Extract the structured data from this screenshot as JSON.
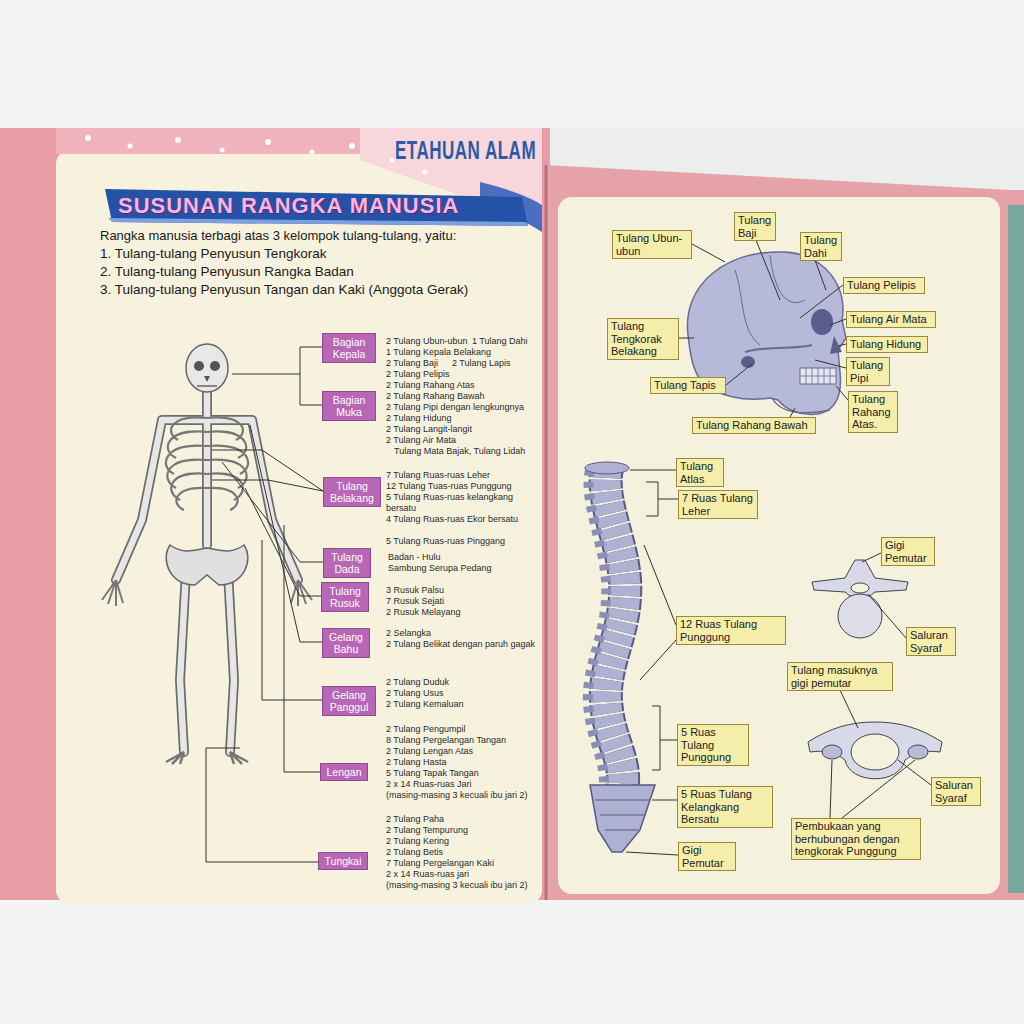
{
  "diagram": {
    "title": "SUSUNAN RANGKA MANUSIA",
    "nodes": [
      {
        "text": [
          "Bagian Kepala"
        ]
      },
      {
        "text": [
          "Bagian Muka"
        ]
      },
      {
        "text": [
          "Tulang Belakang"
        ]
      },
      {
        "text": [
          "Tulang Dada"
        ]
      },
      {
        "text": [
          "Tulang Rusuk"
        ]
      },
      {
        "text": [
          "Gelang Bahu"
        ]
      },
      {
        "text": [
          "Gelang Panggul"
        ]
      },
      {
        "text": [
          "Lengan"
        ]
      },
      {
        "text": [
          "Tungkai"
        ]
      },
      {
        "text": [
          "Tulang Baji"
        ]
      },
      {
        "text": [
          "Tulang Ubun-ubun"
        ]
      },
      {
        "text": [
          "Tulang Dahi"
        ]
      },
      {
        "text": [
          "Tulang Pelipis"
        ]
      },
      {
        "text": [
          "Tulang Air Mata"
        ]
      },
      {
        "text": [
          "Tulang Tengkorak Belakang"
        ]
      },
      {
        "text": [
          "Tulang Hidung"
        ]
      },
      {
        "text": [
          "Tulang Pipi"
        ]
      },
      {
        "text": [
          "Tulang Tapis"
        ]
      },
      {
        "text": [
          "Tulang Rahang Atas."
        ]
      },
      {
        "text": [
          "Tulang Rahang Bawah"
        ]
      },
      {
        "text": [
          "Tulang Atlas"
        ]
      },
      {
        "text": [
          "7 Ruas Tulang Leher"
        ]
      },
      {
        "text": [
          "Gigi Pemutar"
        ]
      },
      {
        "text": [
          "12 Ruas Tulang Punggung"
        ]
      },
      {
        "text": [
          "Saluran Syaraf"
        ]
      },
      {
        "text": [
          "Tulang masuknya gigi pemutar"
        ]
      },
      {
        "text": [
          "5 Ruas Tulang Punggung"
        ]
      },
      {
        "text": [
          "Saluran Syaraf"
        ]
      },
      {
        "text": [
          "5 Ruas Tulang Kelangkang Bersatu"
        ]
      },
      {
        "text": [
          "Pembukaan yang berhubungan dengan tengkorak Punggung"
        ]
      },
      {
        "text": [
          "Gigi Pemutar"
        ]
      }
    ],
    "labels": [
      "ETAHUAN ALAM",
      "Rangka manusia terbagi atas 3 kelompok tulang-tulang, yaitu:",
      "1. Tulang-tulang Penyusun Tengkorak",
      "2. Tulang-tulang Penyusun Rangka Badan",
      "3. Tulang-tulang Penyusun Tangan dan Kaki (Anggota Gerak)",
      "2 Tulang Ubun-ubun",
      "1 Tulang Dahi",
      "1 Tulang Kepala Belakang",
      "2 Tulang Baji",
      "2 Tulang Lapis",
      "2 Tulang Pelipis",
      "2 Tulang Rahang Atas",
      "2 Tulang Rahang Bawah",
      "2 Tulang Pipi dengan lengkungnya",
      "2 Tulang Hidung",
      "2 Tulang Langit-langit",
      "2 Tulang Air Mata",
      "Tulang Mata Bajak, Tulang Lidah",
      "7 Tulang Ruas-ruas Leher",
      "12 Tulang Tuas-ruas Punggung",
      "5 Tulang Ruas-ruas kelangkang bersatu",
      "4 Tulang Ruas-ruas Ekor bersatu",
      "5 Tulang Ruas-ruas Pinggang",
      "Badan - Hulu",
      "Sambung Serupa Pedang",
      "3 Rusuk Palsu",
      "7 Rusuk Sejati",
      "2 Rusuk Melayang",
      "2 Selangka",
      "2 Tulang Belikat dengan paruh gagak",
      "2 Tulang Duduk",
      "2 Tulang Usus",
      "2 Tulang Kemaluan",
      "2 Tulang Pengumpil",
      "8 Tulang Pergelangan Tangan",
      "2 Tulang Lengan Atas",
      "2 Tulang Hasta",
      "5 Tulang Tapak Tangan",
      "2 x 14 Ruas-ruas Jari",
      "(masing-masing 3 kecuali ibu jari 2)",
      "2 Tulang Paha",
      "2 Tulang Tempurung",
      "2 Tulang Kering",
      "2 Tulang Betis",
      "7 Tulang Pergelangan Kaki",
      "2 x 14 Ruas-ruas jari",
      "(masing-masing 3 kecuali ibu jari 2)"
    ]
  }
}
